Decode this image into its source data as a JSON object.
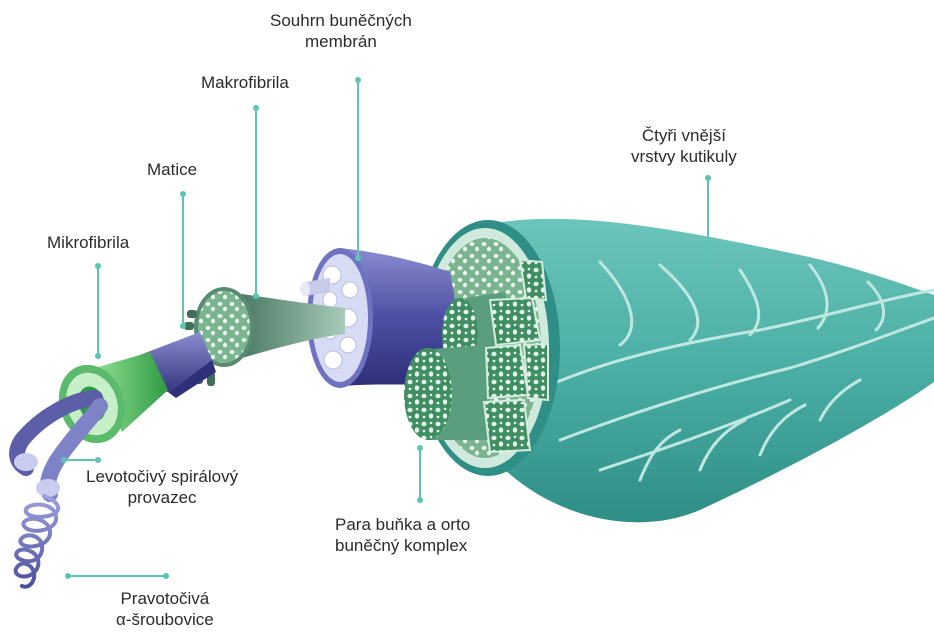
{
  "labels": {
    "membranes": [
      "Souhrn buněčných",
      "membrán"
    ],
    "macrofibril": "Makrofibrila",
    "matrix": "Matice",
    "microfibril": "Mikrofibrila",
    "cuticle": [
      "Čtyři vnější",
      "vrstvy kutikuly"
    ],
    "left_strand": [
      "Levotočivý spirálový",
      "provazec"
    ],
    "para_ortho": [
      "Para buňka a orto",
      "buněčný komplex"
    ],
    "right_helix": [
      "Pravotočivá",
      "α-šroubovice"
    ]
  },
  "colors": {
    "leader": "#5cc4b4",
    "cuticle": "#4fb0a6",
    "cortex": "#7fc6a0",
    "macrofibril": "#6e9c86",
    "membrane_complex": "#4a4c9c",
    "microfibril": "#5cba6c",
    "helix": "#6b6fb5"
  }
}
